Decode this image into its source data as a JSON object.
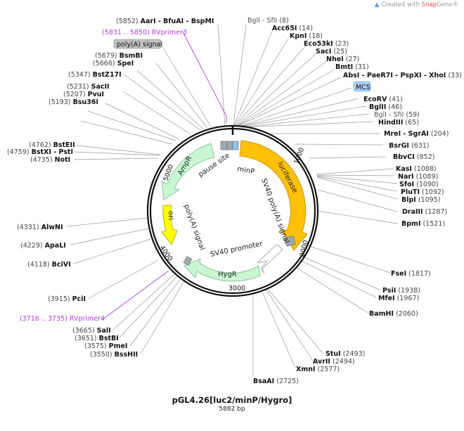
{
  "credit": {
    "prefix": "Created with ",
    "brand": "Snap",
    "suffix": "Gene®"
  },
  "map": {
    "title": "pGL4.26[luc2/minP/Hygro]",
    "length": "5882 bp",
    "ticks": [
      "1000",
      "2000",
      "3000",
      "4000",
      "5000"
    ]
  },
  "features": {
    "ampr": "AmpR",
    "pause_site": "pause site",
    "minp": "minP",
    "luciferase": "luciferase",
    "sv40_polya": "SV40 poly(A) signal",
    "ori": "ori",
    "polya_signal": "poly(A) signal",
    "sv40_promoter": "SV40 promoter",
    "hygr": "HygR",
    "polya_box": "poly(A) signal",
    "mcs_box": "MCS"
  },
  "primers": [
    {
      "pos": "(5831 .. 5850)",
      "name": "RVprimer3"
    },
    {
      "pos": "(3716 .. 3735)",
      "name": "RVprimer4"
    }
  ],
  "sites_left": [
    {
      "pos": "(5852)",
      "name": "AarI - BfuAI - BspMI"
    },
    {
      "pos": "(5679)",
      "name": "BsmBI"
    },
    {
      "pos": "(5666)",
      "name": "SpeI"
    },
    {
      "pos": "(5347)",
      "name": "BstZ17I"
    },
    {
      "pos": "(5231)",
      "name": "SacII"
    },
    {
      "pos": "(5207)",
      "name": "PvuI"
    },
    {
      "pos": "(5193)",
      "name": "Bsu36I"
    },
    {
      "pos": "(4762)",
      "name": "BstEII"
    },
    {
      "pos": "(4759)",
      "name": "BstXI - PstI"
    },
    {
      "pos": "(4735)",
      "name": "NotI"
    },
    {
      "pos": "(4331)",
      "name": "AlwNI"
    },
    {
      "pos": "(4229)",
      "name": "ApaLI"
    },
    {
      "pos": "(4118)",
      "name": "BciVI"
    },
    {
      "pos": "(3915)",
      "name": "PciI"
    },
    {
      "pos": "(3665)",
      "name": "SalI"
    },
    {
      "pos": "(3651)",
      "name": "BstBI"
    },
    {
      "pos": "(3575)",
      "name": "PmeI"
    },
    {
      "pos": "(3550)",
      "name": "BssHII"
    }
  ],
  "sites_right": [
    {
      "name": "BglI - SfiI",
      "pos": "(8)"
    },
    {
      "name": "Acc65I",
      "pos": "(14)"
    },
    {
      "name": "KpnI",
      "pos": "(18)"
    },
    {
      "name": "Eco53kI",
      "pos": "(23)"
    },
    {
      "name": "SacI",
      "pos": "(25)"
    },
    {
      "name": "NheI",
      "pos": "(27)"
    },
    {
      "name": "BmtI",
      "pos": "(31)"
    },
    {
      "name": "AbsI - PaeR7I - PspXI - XhoI",
      "pos": "(33)"
    },
    {
      "name": "EcoRV",
      "pos": "(41)"
    },
    {
      "name": "BglII",
      "pos": "(46)"
    },
    {
      "name": "BglI - SfiI",
      "pos": "(59)"
    },
    {
      "name": "HindIII",
      "pos": "(65)"
    },
    {
      "name": "MreI - SgrAI",
      "pos": "(204)"
    },
    {
      "name": "BsrGI",
      "pos": "(631)"
    },
    {
      "name": "BbvCI",
      "pos": "(852)"
    },
    {
      "name": "KasI",
      "pos": "(1088)"
    },
    {
      "name": "NarI",
      "pos": "(1089)"
    },
    {
      "name": "SfoI",
      "pos": "(1090)"
    },
    {
      "name": "PluTI",
      "pos": "(1092)"
    },
    {
      "name": "BlpI",
      "pos": "(1095)"
    },
    {
      "name": "DraIII",
      "pos": "(1287)"
    },
    {
      "name": "BpmI",
      "pos": "(1521)"
    },
    {
      "name": "FseI",
      "pos": "(1817)"
    },
    {
      "name": "PsiI",
      "pos": "(1938)"
    },
    {
      "name": "MfeI",
      "pos": "(1967)"
    },
    {
      "name": "BamHI",
      "pos": "(2060)"
    },
    {
      "name": "StuI",
      "pos": "(2493)"
    },
    {
      "name": "AvrII",
      "pos": "(2494)"
    },
    {
      "name": "XmnI",
      "pos": "(2577)"
    },
    {
      "name": "BsaAI",
      "pos": "(2725)"
    }
  ]
}
